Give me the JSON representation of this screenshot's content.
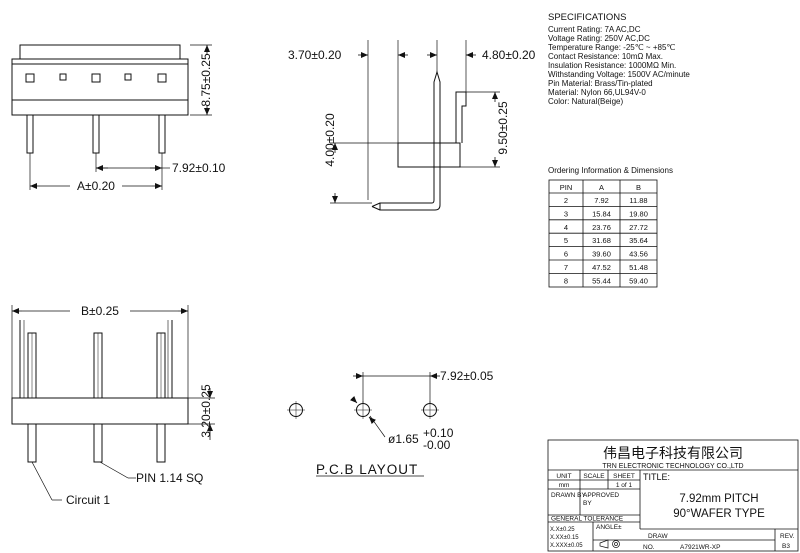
{
  "specifications": {
    "title": "SPECIFICATIONS",
    "lines": [
      "Current Rating: 7A AC,DC",
      "Voltage Rating: 250V AC,DC",
      "Temperature Range: -25℃ ~ +85℃",
      "Contact Resistance: 10mΩ Max.",
      "Insulation Resistance: 1000MΩ Min.",
      "Withstanding Voltage: 1500V AC/minute",
      "Pin Material: Brass/Tin-plated",
      "Material: Nylon 66,UL94V-0",
      "Color: Natural(Beige)"
    ]
  },
  "ordering": {
    "title": "Ordering Information & Dimensions",
    "headers": [
      "PIN",
      "A",
      "B"
    ],
    "rows": [
      [
        "2",
        "7.92",
        "11.88"
      ],
      [
        "3",
        "15.84",
        "19.80"
      ],
      [
        "4",
        "23.76",
        "27.72"
      ],
      [
        "5",
        "31.68",
        "35.64"
      ],
      [
        "6",
        "39.60",
        "43.56"
      ],
      [
        "7",
        "47.52",
        "51.48"
      ],
      [
        "8",
        "55.44",
        "59.40"
      ]
    ]
  },
  "dimensions": {
    "height_top": "8.75±0.25",
    "pitch_top": "7.92±0.10",
    "a_dim": "A±0.20",
    "side_left": "3.70±0.20",
    "side_right": "4.80±0.20",
    "side_height_inner": "4.00±0.20",
    "side_height_outer": "9.50±0.25",
    "b_dim": "B±0.25",
    "bottom_height": "3.20±0.25",
    "pin_label": "PIN 1.14 SQ",
    "circuit_label": "Circuit 1",
    "pcb_pitch": "7.92±0.05",
    "hole_dia": "ø1.65",
    "hole_tol_plus": "+0.10",
    "hole_tol_minus": "-0.00",
    "pcb_layout": "P.C.B LAYOUT"
  },
  "title_block": {
    "company_cn": "伟昌电子科技有限公司",
    "company_en": "TRN ELECTRONIC TECHNOLOGY CO.,LTD",
    "unit_label": "UNIT",
    "unit_value": "mm",
    "scale_label": "SCALE",
    "sheet_label": "SHEET",
    "sheet_value": "1 of 1",
    "title_label": "TITLE:",
    "drawn_by": "DRAWN BY",
    "approved_by_1": "APPROVED",
    "approved_by_2": "BY",
    "title_line1": "7.92mm PITCH",
    "title_line2": "90°WAFER TYPE",
    "general_tol": "GENERAL TOLERANCE",
    "tol_1": "X.X±0.25",
    "tol_2": "X.XX±0.15",
    "tol_3": "X.XXX±0.05",
    "angle": "ANGLE±",
    "draw_label": "DRAW",
    "no_label": "NO.",
    "drawing_no": "A7921WR-XP",
    "rev_label": "REV.",
    "rev_value": "B3"
  }
}
